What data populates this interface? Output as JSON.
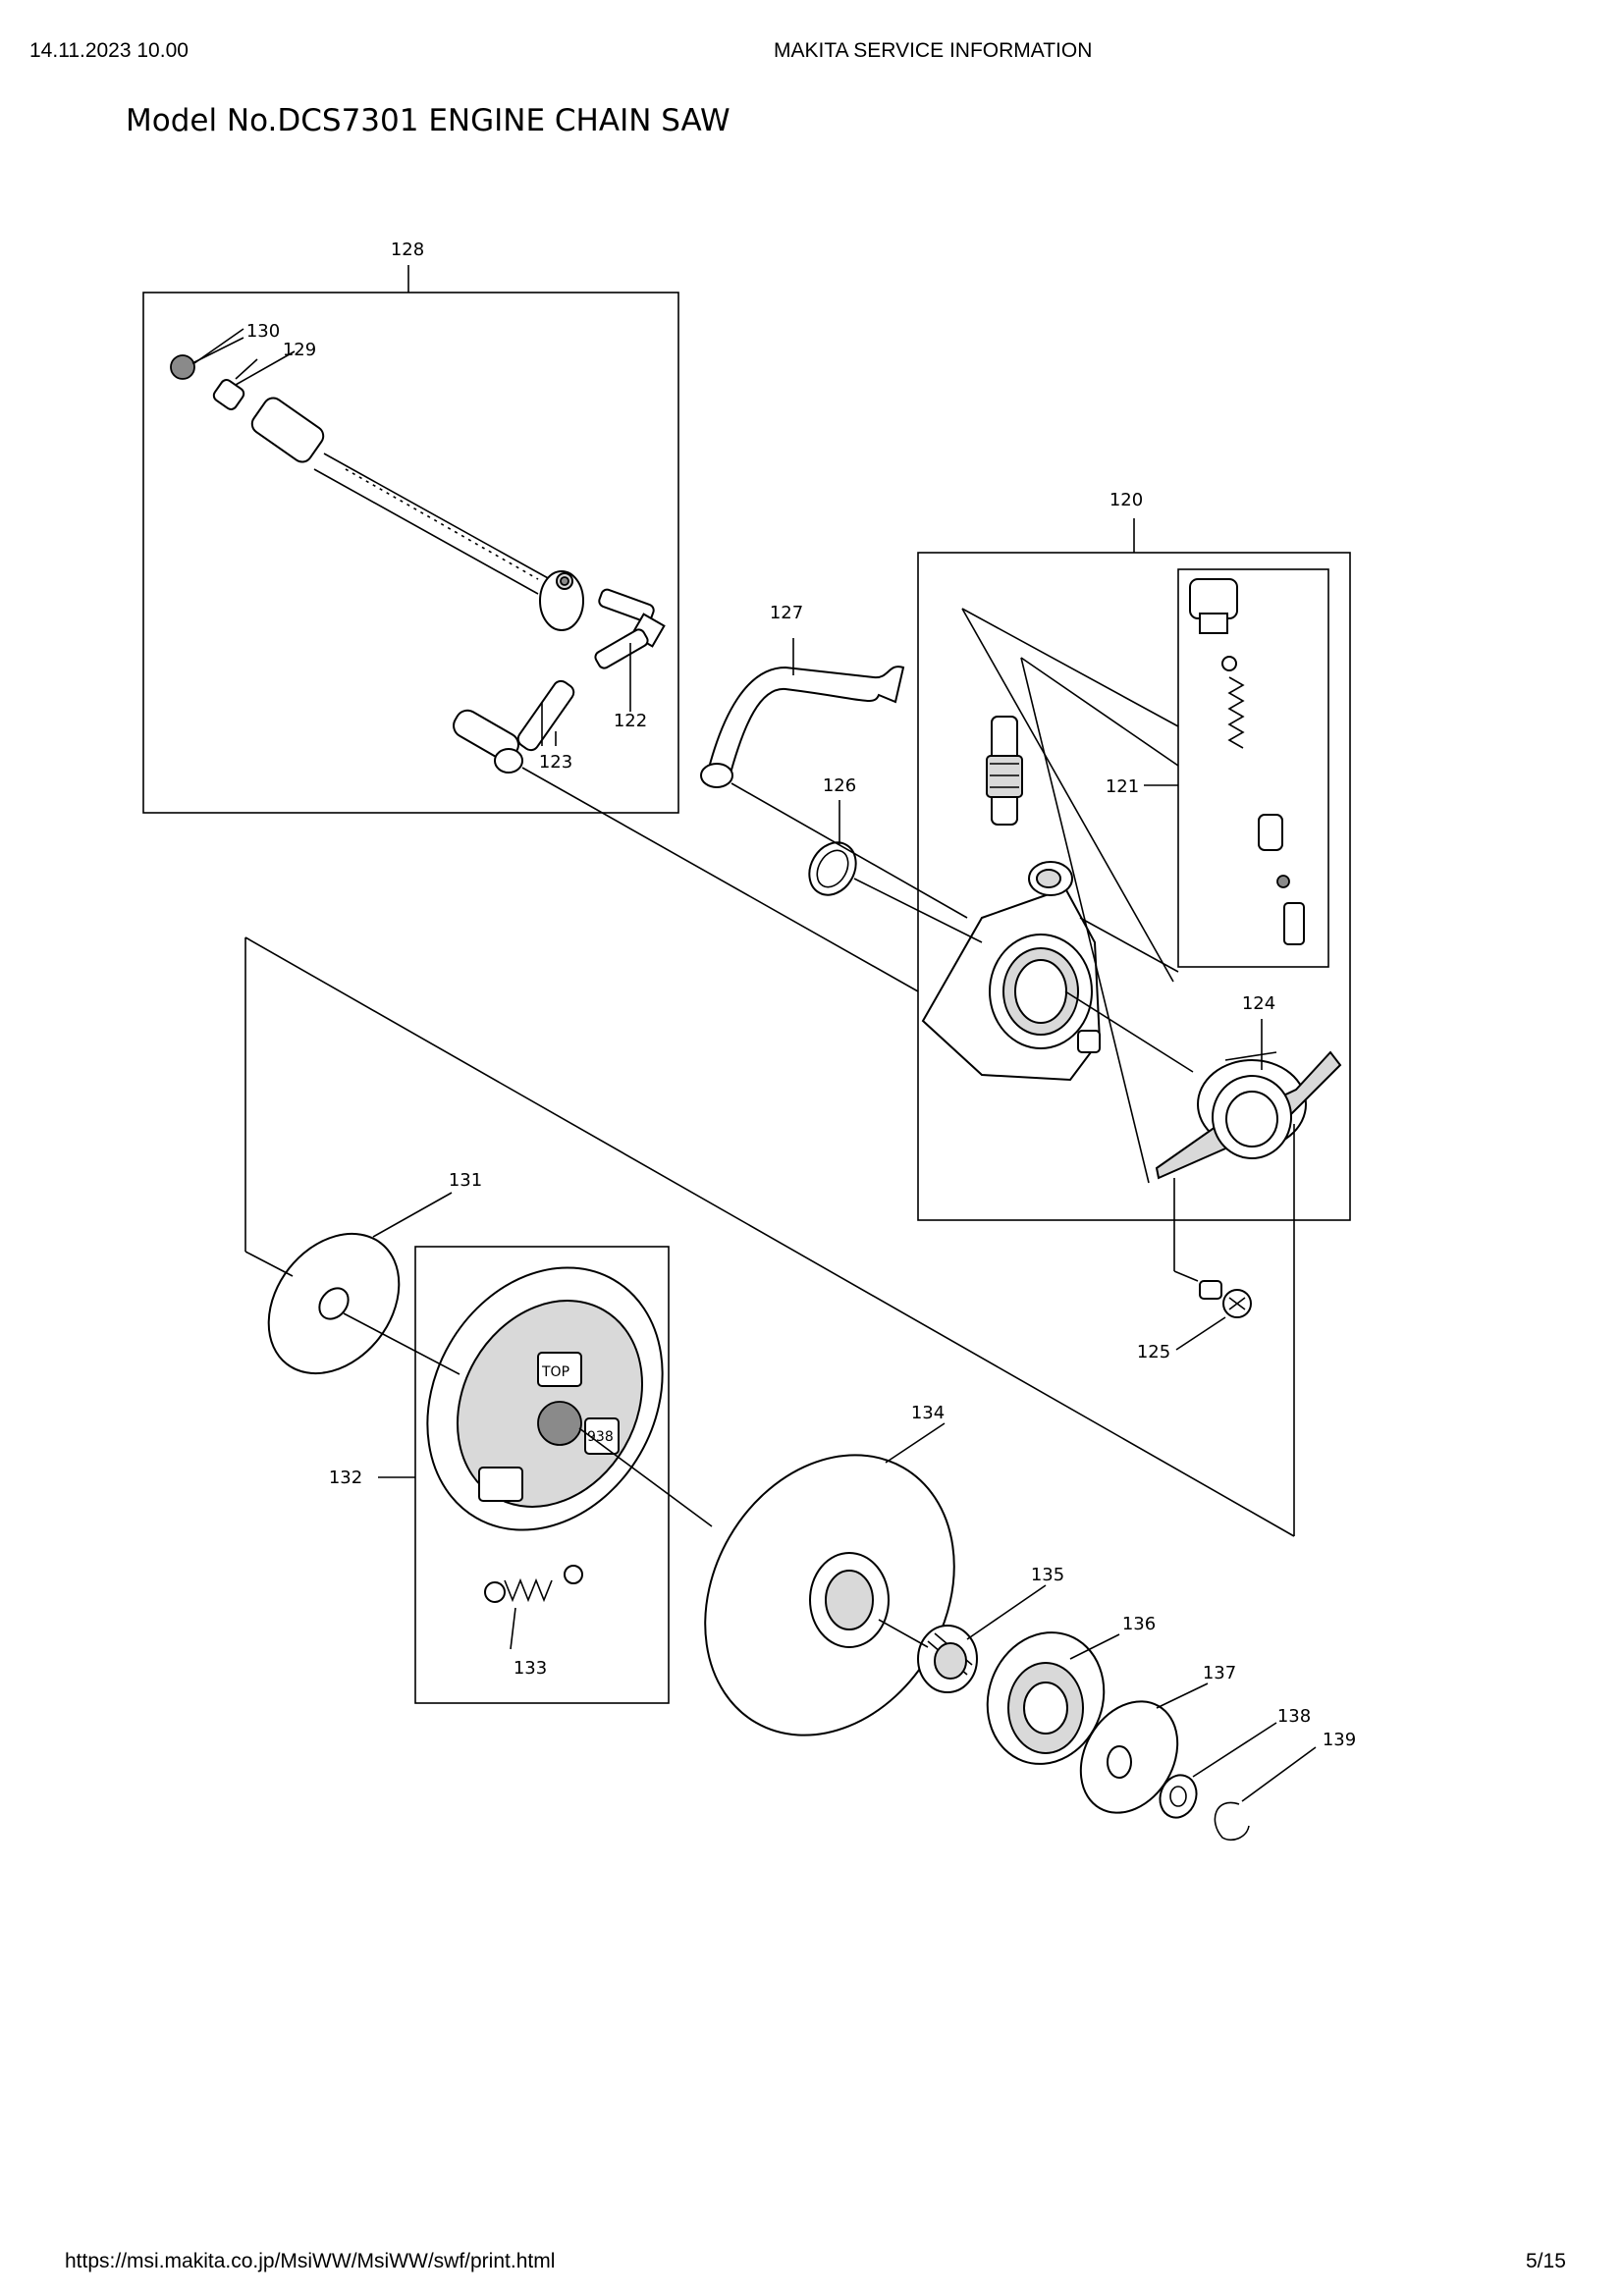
{
  "header": {
    "datetime": "14.11.2023 10.00",
    "center": "MAKITA SERVICE INFORMATION"
  },
  "title": "Model No.DCS7301 ENGINE CHAIN SAW",
  "footer": {
    "url": "https://msi.makita.co.jp/MsiWW/MsiWW/swf/print.html",
    "page": "5/15"
  },
  "callouts": [
    "120",
    "121",
    "122",
    "123",
    "124",
    "125",
    "126",
    "127",
    "128",
    "129",
    "130",
    "131",
    "132",
    "133",
    "134",
    "135",
    "136",
    "137",
    "138",
    "139"
  ],
  "part_marks": {
    "shoe_top": "TOP",
    "shoe_cc": "938"
  }
}
